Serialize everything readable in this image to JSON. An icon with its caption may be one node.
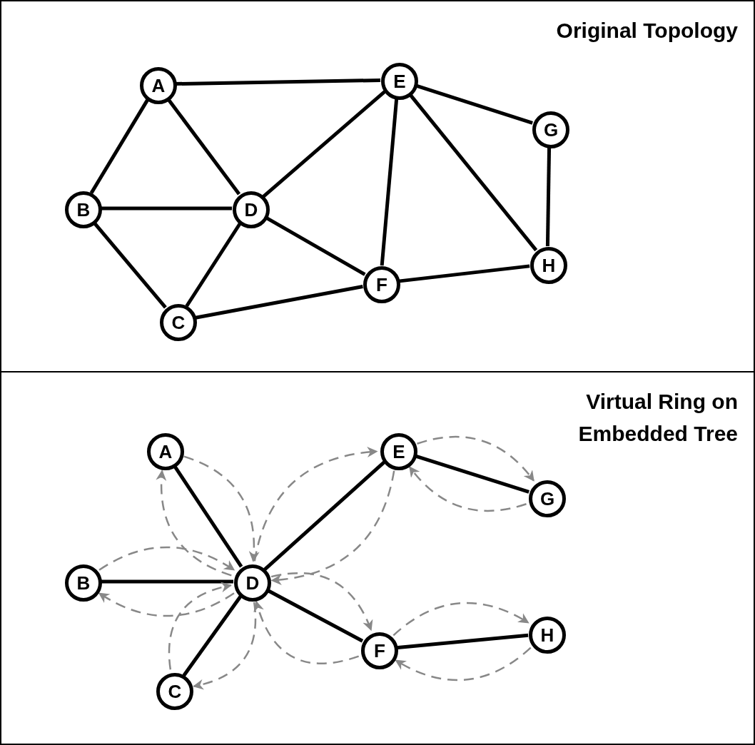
{
  "diagram": {
    "nodes": [
      {
        "text": [
          "Original Topology"
        ]
      },
      {
        "text": [
          "A"
        ],
        "in": 0
      },
      {
        "text": [
          "B"
        ],
        "in": 0
      },
      {
        "text": [
          "C"
        ],
        "in": 0
      },
      {
        "text": [
          "D"
        ],
        "in": 0
      },
      {
        "text": [
          "E"
        ],
        "in": 0
      },
      {
        "text": [
          "F"
        ],
        "in": 0
      },
      {
        "text": [
          "G"
        ],
        "in": 0
      },
      {
        "text": [
          "H"
        ],
        "in": 0
      },
      {
        "text": [
          "Virtual Ring on Embedded Tree"
        ]
      },
      {
        "text": [
          "A"
        ],
        "in": 9
      },
      {
        "text": [
          "B"
        ],
        "in": 9
      },
      {
        "text": [
          "C"
        ],
        "in": 9
      },
      {
        "text": [
          "D"
        ],
        "in": 9
      },
      {
        "text": [
          "E"
        ],
        "in": 9
      },
      {
        "text": [
          "F"
        ],
        "in": 9
      },
      {
        "text": [
          "G"
        ],
        "in": 9
      },
      {
        "text": [
          "H"
        ],
        "in": 9
      }
    ],
    "edges": [
      {
        "from": 1,
        "to": 5,
        "arrow": "none"
      },
      {
        "from": 1,
        "to": 2,
        "arrow": "none"
      },
      {
        "from": 1,
        "to": 4,
        "arrow": "none"
      },
      {
        "from": 2,
        "to": 4,
        "arrow": "none"
      },
      {
        "from": 2,
        "to": 3,
        "arrow": "none"
      },
      {
        "from": 3,
        "to": 4,
        "arrow": "none"
      },
      {
        "from": 4,
        "to": 5,
        "arrow": "none"
      },
      {
        "from": 4,
        "to": 6,
        "arrow": "none"
      },
      {
        "from": 3,
        "to": 6,
        "arrow": "none"
      },
      {
        "from": 5,
        "to": 6,
        "arrow": "none"
      },
      {
        "from": 5,
        "to": 7,
        "arrow": "none"
      },
      {
        "from": 5,
        "to": 8,
        "arrow": "none"
      },
      {
        "from": 7,
        "to": 8,
        "arrow": "none"
      },
      {
        "from": 6,
        "to": 8,
        "arrow": "none"
      },
      {
        "from": 10,
        "to": 13,
        "arrow": "none"
      },
      {
        "from": 11,
        "to": 13,
        "arrow": "none"
      },
      {
        "from": 12,
        "to": 13,
        "arrow": "none"
      },
      {
        "from": 13,
        "to": 14,
        "arrow": "none"
      },
      {
        "from": 13,
        "to": 15,
        "arrow": "none"
      },
      {
        "from": 14,
        "to": 16,
        "arrow": "none"
      },
      {
        "from": 15,
        "to": 17,
        "arrow": "none"
      },
      {
        "from": 13,
        "to": 14,
        "arrow": "to",
        "style": "dashed",
        "color": "#888888"
      },
      {
        "from": 14,
        "to": 16,
        "arrow": "to",
        "style": "dashed",
        "color": "#888888"
      },
      {
        "from": 16,
        "to": 14,
        "arrow": "to",
        "style": "dashed",
        "color": "#888888"
      },
      {
        "from": 14,
        "to": 13,
        "arrow": "to",
        "style": "dashed",
        "color": "#888888"
      },
      {
        "from": 13,
        "to": 15,
        "arrow": "to",
        "style": "dashed",
        "color": "#888888"
      },
      {
        "from": 15,
        "to": 17,
        "arrow": "to",
        "style": "dashed",
        "color": "#888888"
      },
      {
        "from": 17,
        "to": 15,
        "arrow": "to",
        "style": "dashed",
        "color": "#888888"
      },
      {
        "from": 15,
        "to": 13,
        "arrow": "to",
        "style": "dashed",
        "color": "#888888"
      },
      {
        "from": 13,
        "to": 12,
        "arrow": "to",
        "style": "dashed",
        "color": "#888888"
      },
      {
        "from": 12,
        "to": 13,
        "arrow": "to",
        "style": "dashed",
        "color": "#888888"
      },
      {
        "from": 13,
        "to": 11,
        "arrow": "to",
        "style": "dashed",
        "color": "#888888"
      },
      {
        "from": 11,
        "to": 13,
        "arrow": "to",
        "style": "dashed",
        "color": "#888888"
      },
      {
        "from": 13,
        "to": 10,
        "arrow": "to",
        "style": "dashed",
        "color": "#888888"
      },
      {
        "from": 10,
        "to": 13,
        "arrow": "to",
        "style": "dashed",
        "color": "#888888"
      }
    ]
  }
}
